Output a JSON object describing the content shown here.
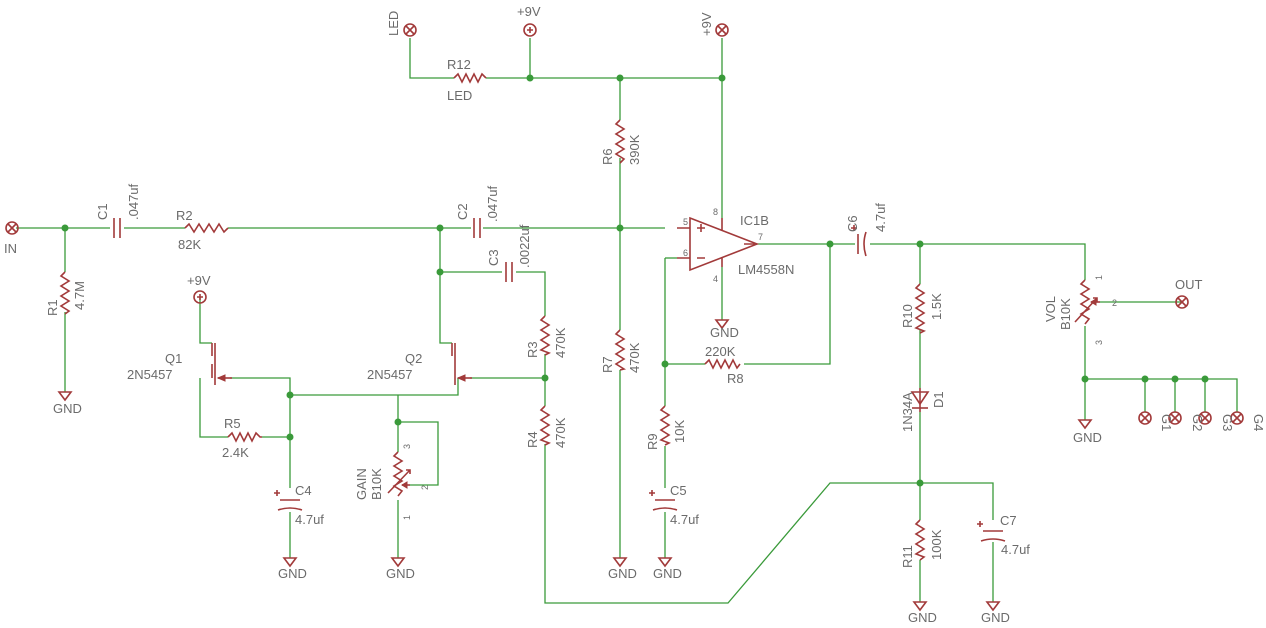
{
  "labels": {
    "in": "IN",
    "out": "OUT",
    "led": "LED",
    "v9": "+9V",
    "gnd": "GND",
    "r1": "R1",
    "r1v": "4.7M",
    "c1": "C1",
    "c1v": ".047uf",
    "r2": "R2",
    "r2v": "82K",
    "c2": "C2",
    "c2v": ".047uf",
    "c3": "C3",
    "c3v": ".0022uf",
    "r3": "R3",
    "r3v": "470K",
    "r4": "R4",
    "r4v": "470K",
    "r5": "R5",
    "r5v": "2.4K",
    "r6": "R6",
    "r6v": "390K",
    "r7": "R7",
    "r7v": "470K",
    "r8": "R8",
    "r8v": "220K",
    "r9": "R9",
    "r9v": "10K",
    "r10": "R10",
    "r10v": "1.5K",
    "r11": "R11",
    "r11v": "100K",
    "r12": "R12",
    "r12v": "LED",
    "c4": "C4",
    "c4v": "4.7uf",
    "c5": "C5",
    "c5v": "4.7uf",
    "c6": "C6",
    "c6v": "4.7uf",
    "c7": "C7",
    "c7v": "4.7uf",
    "q1": "Q1",
    "q1v": "2N5457",
    "q2": "Q2",
    "q2v": "2N5457",
    "ic": "IC1B",
    "icv": "LM4558N",
    "d1": "D1",
    "d1v": "1N34A",
    "gain": "GAIN",
    "gainv": "B10K",
    "vol": "VOL",
    "volv": "B10K",
    "g1": "G1",
    "g2": "G2",
    "g3": "G3",
    "g4": "G4",
    "pin1": "1",
    "pin2": "2",
    "pin3": "3",
    "pin4": "4",
    "pin5": "5",
    "pin6": "6",
    "pin7": "7",
    "pin8": "8"
  }
}
